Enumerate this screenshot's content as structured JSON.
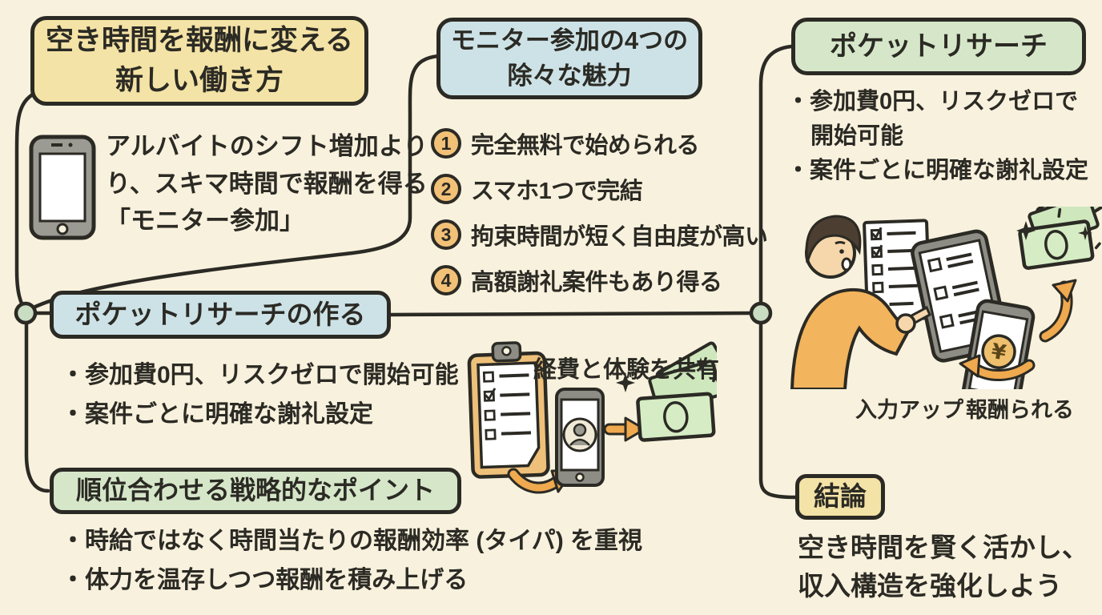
{
  "page": {
    "background": "#f8f1dd",
    "ink": "#2b2a24"
  },
  "colors": {
    "yellow_box": "#f4e3a6",
    "blue_box": "#cde2e6",
    "green_box": "#d6e7c9",
    "number_circle": "#f2c178",
    "connector_node": "#c9ddc3",
    "arrow_orange": "#efa94e",
    "money_green": "#d6ecc4",
    "clipboard_tan": "#eec07a",
    "sweater_orange": "#f2b45c",
    "phone_gray": "#8d8d86"
  },
  "icons": {
    "left": "smartphone-icon",
    "middle": [
      "clipboard-checklist-icon",
      "curved-arrow-icon",
      "phone-avatar-icon",
      "right-arrow-icon",
      "money-bills-icon",
      "sparkle-icon"
    ],
    "right": [
      "person-illustration",
      "paper-checklist-icon",
      "tablet-checklist-icon",
      "phone-coin-icon",
      "money-bills-icon",
      "up-arrow-icon",
      "left-arrow-icon",
      "sparkle-icon"
    ]
  },
  "intro": {
    "title_lines": [
      "空き時間を報酬に変える",
      "新しい働き方"
    ],
    "body_lines": [
      "アルバイトのシフト増加より",
      "り、スキマ時間で報酬を得る",
      "「モニター参加」"
    ]
  },
  "merits": {
    "title_lines": [
      "モニター参加の4つの",
      "除々な魅力"
    ],
    "items": [
      {
        "num": "1",
        "text": "完全無料で始められる"
      },
      {
        "num": "2",
        "text": "スマホ1つで完結"
      },
      {
        "num": "3",
        "text": "拘束時間が短く自由度が高い"
      },
      {
        "num": "4",
        "text": "高額謝礼案件もあり得る"
      }
    ]
  },
  "pocket_research": {
    "title": "ポケットリサーチ",
    "bullet1_line1": "・参加費0円、リスクゼロで",
    "bullet1_line2": "開始可能",
    "bullet2": "・案件ごとに明確な謝礼設定",
    "label_input": "入力アップ",
    "label_reward": "報酬られる"
  },
  "pocket_works": {
    "title": "ポケットリサーチの作る",
    "bullets": [
      "・参加費0円、リスクゼロで開始可能",
      "・案件ごとに明確な謝礼設定"
    ],
    "caption": "経費と体験を共有"
  },
  "strategy": {
    "title": "順位合わせる戦略的なポイント",
    "bullets": [
      "・時給ではなく時間当たりの報酬効率 (タイパ) を重視",
      "・体力を温存しつつ報酬を積み上げる"
    ]
  },
  "conclusion": {
    "label": "結論",
    "lines": [
      "空き時間を賢く活かし、",
      "収入構造を強化しよう"
    ]
  }
}
